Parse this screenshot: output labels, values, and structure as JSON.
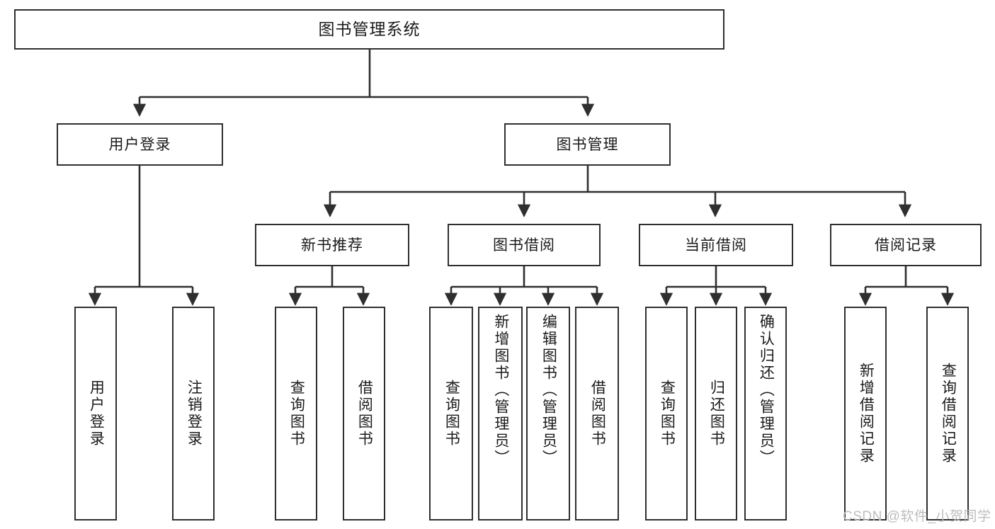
{
  "diagram": {
    "type": "hierarchy-tree",
    "title": "图书管理系统",
    "watermark": "CSDN @软件_小贺同学",
    "colors": {
      "border": "#2f2f2f",
      "background": "#ffffff",
      "text": "#1a1a1a",
      "watermark": "#bdbdbd"
    },
    "root": {
      "label": "图书管理系统"
    },
    "level2": [
      {
        "label": "用户登录"
      },
      {
        "label": "图书管理"
      }
    ],
    "level3": [
      {
        "label": "新书推荐"
      },
      {
        "label": "图书借阅"
      },
      {
        "label": "当前借阅"
      },
      {
        "label": "借阅记录"
      }
    ],
    "leaves": {
      "user_login": [
        {
          "label": "用户登录"
        },
        {
          "label": "注销登录"
        }
      ],
      "new_book_recommend": [
        {
          "label": "查询图书"
        },
        {
          "label": "借阅图书"
        }
      ],
      "book_borrow": [
        {
          "label": "查询图书"
        },
        {
          "label": "新增图书（管理员）"
        },
        {
          "label": "编辑图书（管理员）"
        },
        {
          "label": "借阅图书"
        }
      ],
      "current_borrow": [
        {
          "label": "查询图书"
        },
        {
          "label": "归还图书"
        },
        {
          "label": "确认归还（管理员）"
        }
      ],
      "borrow_record": [
        {
          "label": "新增借阅记录"
        },
        {
          "label": "查询借阅记录"
        }
      ]
    }
  }
}
